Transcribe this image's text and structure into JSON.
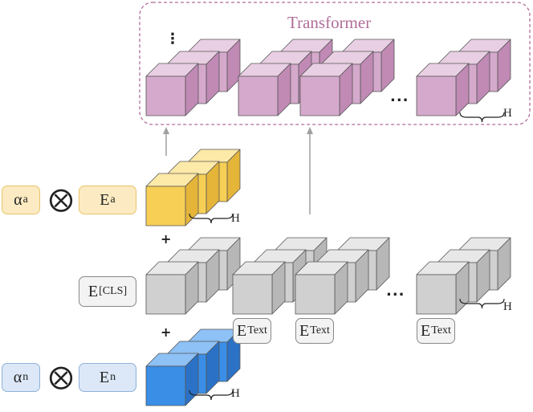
{
  "transformer": {
    "title": "Transformer"
  },
  "inputs": {
    "alpha_a": {
      "base": "α",
      "sub": "a"
    },
    "alpha_n": {
      "base": "α",
      "sub": "n"
    },
    "e_a": {
      "base": "E",
      "sub": "a"
    },
    "e_n": {
      "base": "E",
      "sub": "n"
    },
    "e_cls": {
      "base": "E",
      "sub": "[CLS]"
    },
    "e_text": {
      "base": "E",
      "sub": "Text"
    }
  },
  "symbols": {
    "otimes": "⨂",
    "plus": "+",
    "ellipsis": "...",
    "vdots": "⋮"
  },
  "dimension_label": "H",
  "colors": {
    "pink_front": "#d5a9cc",
    "pink_top": "#e9cfe3",
    "pink_side": "#c08ab5",
    "yellow_front": "#f7cf55",
    "yellow_top": "#fde9a8",
    "yellow_side": "#e5b53a",
    "gray_front": "#d0d0d0",
    "gray_top": "#e8e8e8",
    "gray_side": "#b7b7b7",
    "blue_front": "#3a8ee6",
    "blue_top": "#8ec1f5",
    "blue_side": "#2b72c7",
    "transformer_border": "#b06d9a",
    "arrow": "#a0a0a0"
  }
}
